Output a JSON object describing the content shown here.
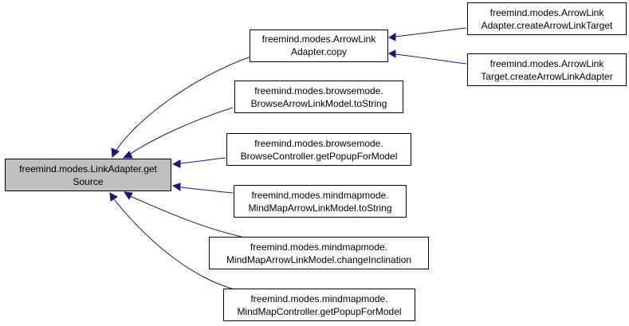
{
  "colors": {
    "edge": "#191970",
    "root_fill": "#bfbfbf",
    "node_fill": "#ffffff",
    "node_border": "#000000"
  },
  "nodes": {
    "root": {
      "line1": "freemind.modes.LinkAdapter.get",
      "line2": "Source"
    },
    "arrowlink_copy": {
      "line1": "freemind.modes.ArrowLink",
      "line2": "Adapter.copy"
    },
    "browse_arrowlink_tostring": {
      "line1": "freemind.modes.browsemode.",
      "line2": "BrowseArrowLinkModel.toString"
    },
    "browse_controller_popup": {
      "line1": "freemind.modes.browsemode.",
      "line2": "BrowseController.getPopupForModel"
    },
    "mindmap_arrowlink_tostring": {
      "line1": "freemind.modes.mindmapmode.",
      "line2": "MindMapArrowLinkModel.toString"
    },
    "mindmap_arrowlink_inclination": {
      "line1": "freemind.modes.mindmapmode.",
      "line2": "MindMapArrowLinkModel.changeInclination"
    },
    "mindmap_controller_popup": {
      "line1": "freemind.modes.mindmapmode.",
      "line2": "MindMapController.getPopupForModel"
    },
    "arrowlink_create_target": {
      "line1": "freemind.modes.ArrowLink",
      "line2": "Adapter.createArrowLinkTarget"
    },
    "arrowlink_target_create_adapter": {
      "line1": "freemind.modes.ArrowLink",
      "line2": "Target.createArrowLinkAdapter"
    }
  }
}
